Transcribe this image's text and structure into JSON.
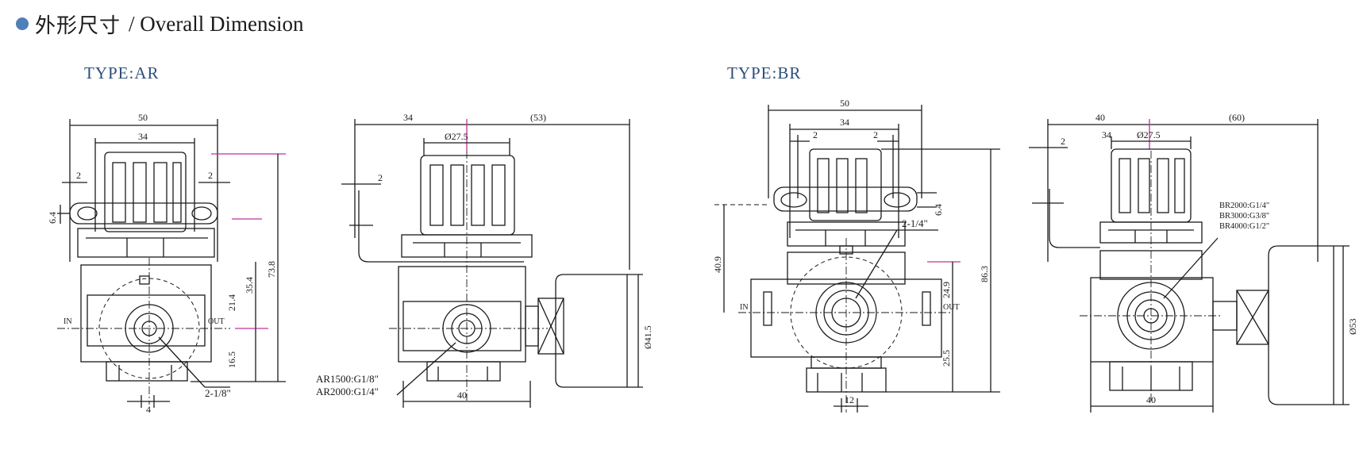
{
  "header": {
    "title_cn": "外形尺寸",
    "title_en": "/ Overall Dimension",
    "bullet_color": "#4f7fb8"
  },
  "types": {
    "ar": "TYPE:AR",
    "br": "TYPE:BR"
  },
  "ar_front": {
    "width_50": "50",
    "knob_34": "34",
    "gap_left": "2",
    "gap_right": "2",
    "slot_64": "6.4",
    "h_354": "35.4",
    "h_738": "73.8",
    "h_214": "21.4",
    "h_165": "16.5",
    "port_in": "IN",
    "port_out": "OUT",
    "thread": "2-1/8\"",
    "bottom_4": "4"
  },
  "ar_side": {
    "w_34": "34",
    "w_53": "(53)",
    "dia_275": "Ø27.5",
    "gap_2": "2",
    "dia_415": "Ø41.5",
    "w_40": "40",
    "note_1": "AR1500:G1/8\"",
    "note_2": "AR2000:G1/4\""
  },
  "br_front": {
    "width_50": "50",
    "knob_34": "34",
    "gap_left": "2",
    "gap_right": "2",
    "slot_64": "6.4",
    "h_409": "40.9",
    "h_249": "24.9",
    "h_863": "86.3",
    "h_255": "25.5",
    "thread": "2-1/4\"",
    "port_in": "IN",
    "port_out": "OUT",
    "bottom_12": "12"
  },
  "br_side": {
    "w_40": "40",
    "w_60": "(60)",
    "gap_2": "2",
    "w_34": "34",
    "dia_275": "Ø27.5",
    "note_1": "BR2000:G1/4\"",
    "note_2": "BR3000:G3/8\"",
    "note_3": "BR4000:G1/2\"",
    "dia_53": "Ø53",
    "bottom_40": "40"
  },
  "colors": {
    "line": "#1a1a1a",
    "accent_magenta": "#c0309a",
    "accent_yellow": "#b8a020"
  }
}
